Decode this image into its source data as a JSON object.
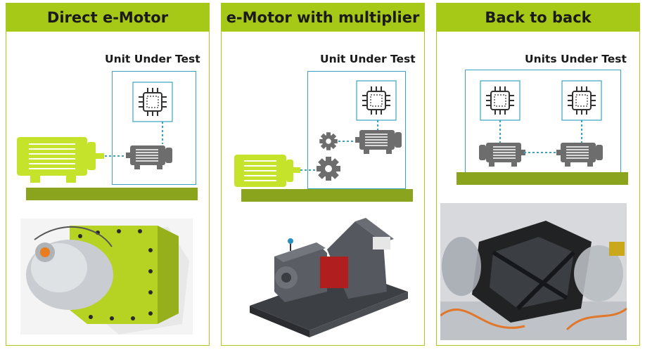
{
  "panels": [
    {
      "title": "Direct e-Motor",
      "uut_label": "Unit Under Test"
    },
    {
      "title": "e-Motor with multiplier",
      "uut_label": "Unit Under Test"
    },
    {
      "title": "Back to back",
      "uut_label": "Units Under Test"
    }
  ],
  "colors": {
    "brand_green": "#a6c816",
    "base_green": "#8aa41e",
    "motor_green": "#c6e32b",
    "unit_grey": "#6d6d6d",
    "link_blue": "#3aa3c2"
  },
  "icons": [
    "chip-icon",
    "electric-motor-icon",
    "gear-icon"
  ]
}
